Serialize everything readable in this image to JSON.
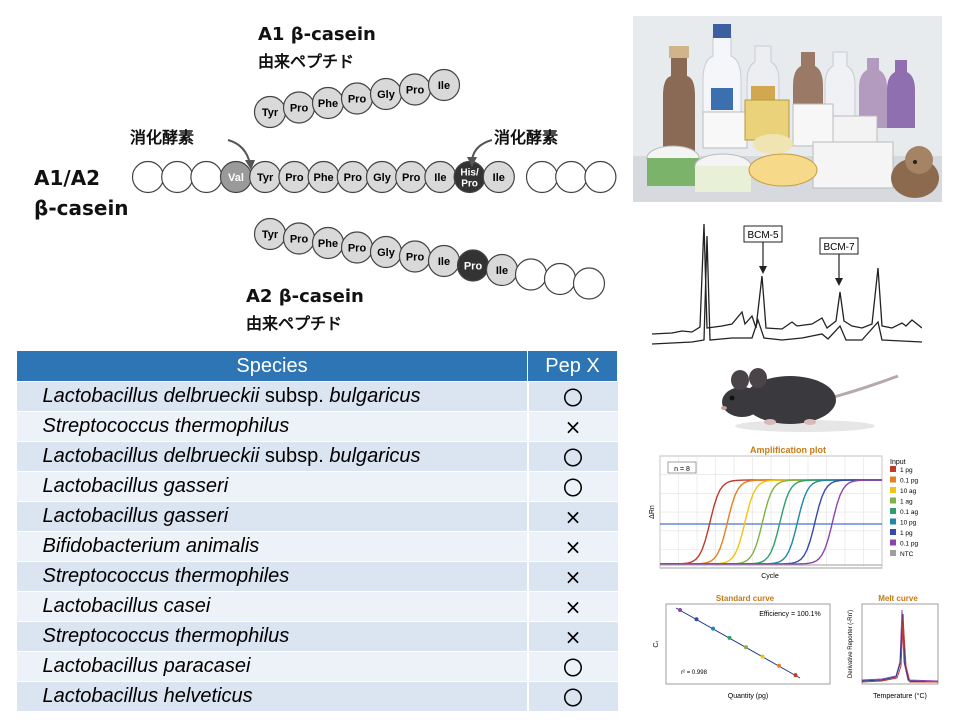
{
  "diagram": {
    "a1_label_line1": "A1 β-casein",
    "a1_label_line2": "由来ペプチド",
    "a2_label_line1": "A2 β-casein",
    "a2_label_line2": "由来ペプチド",
    "enzyme_left": "消化酵素",
    "enzyme_right": "消化酵素",
    "main_label_line1": "A1/A2",
    "main_label_line2": "β-casein",
    "a1_peptide": [
      "Tyr",
      "Pro",
      "Phe",
      "Pro",
      "Gly",
      "Pro",
      "Ile"
    ],
    "main_chain": [
      "Val",
      "Tyr",
      "Pro",
      "Phe",
      "Pro",
      "Gly",
      "Pro",
      "Ile",
      "His/\nPro",
      "Ile"
    ],
    "a2_peptide": [
      "Tyr",
      "Pro",
      "Phe",
      "Pro",
      "Gly",
      "Pro",
      "Ile",
      "Pro",
      "Ile"
    ]
  },
  "table": {
    "headers": [
      "Species",
      "Pep X"
    ],
    "rows": [
      {
        "italic": "Lactobacillus delbrueckii",
        "normal": " subsp. ",
        "italic2": "bulgaricus",
        "pep": "〇"
      },
      {
        "italic": "Streptococcus thermophilus",
        "normal": "",
        "italic2": "",
        "pep": "×"
      },
      {
        "italic": "Lactobacillus delbrueckii",
        "normal": " subsp. ",
        "italic2": "bulgaricus",
        "pep": "〇"
      },
      {
        "italic": "Lactobacillus gasseri",
        "normal": "",
        "italic2": "",
        "pep": "〇"
      },
      {
        "italic": "Lactobacillus gasseri",
        "normal": "",
        "italic2": "",
        "pep": "×"
      },
      {
        "italic": "Bifidobacterium animalis",
        "normal": "",
        "italic2": "",
        "pep": "×"
      },
      {
        "italic": "Streptococcus thermophiles",
        "normal": "",
        "italic2": "",
        "pep": "×"
      },
      {
        "italic": "Lactobacillus casei",
        "normal": "",
        "italic2": "",
        "pep": "×"
      },
      {
        "italic": "Streptococcus thermophilus",
        "normal": "",
        "italic2": "",
        "pep": "×"
      },
      {
        "italic": "Lactobacillus paracasei",
        "normal": "",
        "italic2": "",
        "pep": "〇"
      },
      {
        "italic": "Lactobacillus helveticus",
        "normal": "",
        "italic2": "",
        "pep": "〇"
      }
    ]
  },
  "chromatogram": {
    "peak_label_1": "BCM-5",
    "peak_label_2": "BCM-7"
  },
  "amplification_plot": {
    "title": "Amplification plot",
    "badge": "n = 8",
    "xlabel": "Cycle",
    "ylabel": "ΔRn",
    "legend_title": "Input",
    "legend": [
      "1 pg",
      "0.1 pg",
      "10 ag",
      "1 ag",
      "0.1 ag",
      "10 pg",
      "1 pg",
      "0.1 pg",
      "NTC"
    ],
    "colors": [
      "#c0392b",
      "#e67e22",
      "#f1c40f",
      "#7cb342",
      "#2e9e6a",
      "#1e88a8",
      "#3949ab",
      "#8e44ad",
      "#9e9e9e"
    ]
  },
  "standard_curve": {
    "title": "Standard curve",
    "efficiency": "Efficiency = 100.1%",
    "r2": "r² = 0.998",
    "xlabel": "Quantity (pg)",
    "ylabel": "Cₜ"
  },
  "melt_curve": {
    "title": "Melt curve",
    "xlabel": "Temperature (°C)",
    "ylabel": "Derivative Reporter (-Rn')"
  }
}
